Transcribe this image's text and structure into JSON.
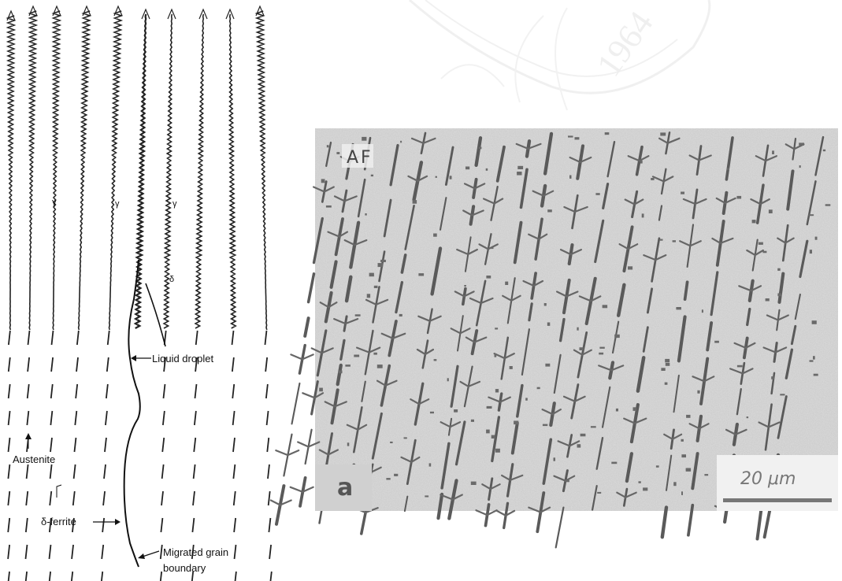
{
  "left_schematic": {
    "labels": {
      "gamma_1": "γ",
      "gamma_2": "γ",
      "gamma_3": "γ",
      "delta": "δ",
      "liquid_droplet": "Liquid droplet",
      "austenite": "Austenite",
      "delta_ferrite": "δ-ferrite",
      "migrated_grain_boundary_line1": "Migrated grain",
      "migrated_grain_boundary_line2": "boundary"
    }
  },
  "watermark": {
    "text": "1964",
    "color": "#e7e7e7"
  },
  "micrograph": {
    "label_af": "AF",
    "label_panel": "a",
    "scale_bar_label": "20 μm",
    "background_color": "#d8d8d8",
    "feature_color": "#5a5a5a"
  }
}
